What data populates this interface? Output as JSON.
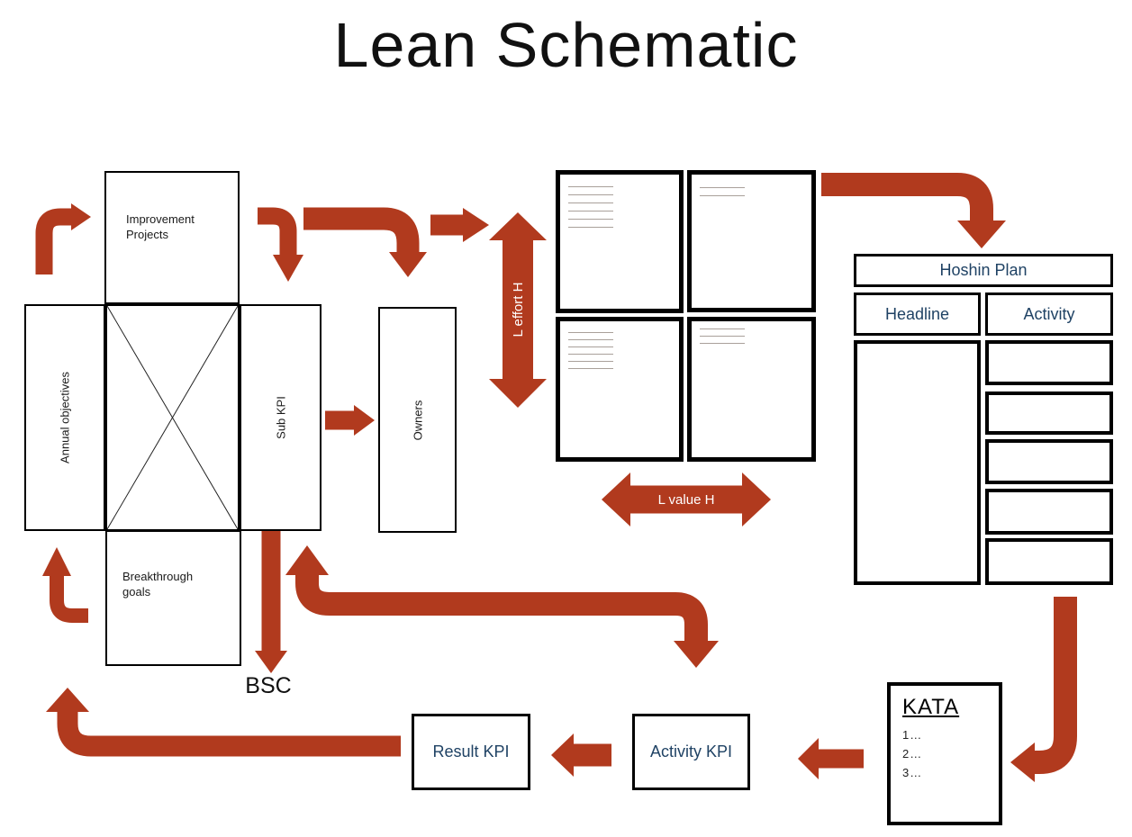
{
  "title": "Lean Schematic",
  "colors": {
    "arrow": "#B13A1E",
    "navy": "#1F4264",
    "ink": "#1a1a1a",
    "line": "#a9a09a"
  },
  "x_matrix": {
    "improvement_projects": "Improvement Projects",
    "annual_objectives": "Annual objectives",
    "sub_kpi": "Sub KPI",
    "breakthrough_goals": "Breakthrough goals",
    "bsc_label": "BSC"
  },
  "owners_label": "Owners",
  "axes": {
    "effort_label": "L effort H",
    "value_label": "L value H"
  },
  "panels": {
    "placeholder_line_counts": [
      6,
      2,
      6,
      3
    ]
  },
  "hoshin": {
    "title": "Hoshin Plan",
    "col_headline": "Headline",
    "col_activity": "Activity",
    "activity_row_count": 5
  },
  "kata": {
    "title": "KATA",
    "items": [
      "1…",
      "2…",
      "3…"
    ]
  },
  "kpi": {
    "result": "Result KPI",
    "activity": "Activity KPI"
  }
}
